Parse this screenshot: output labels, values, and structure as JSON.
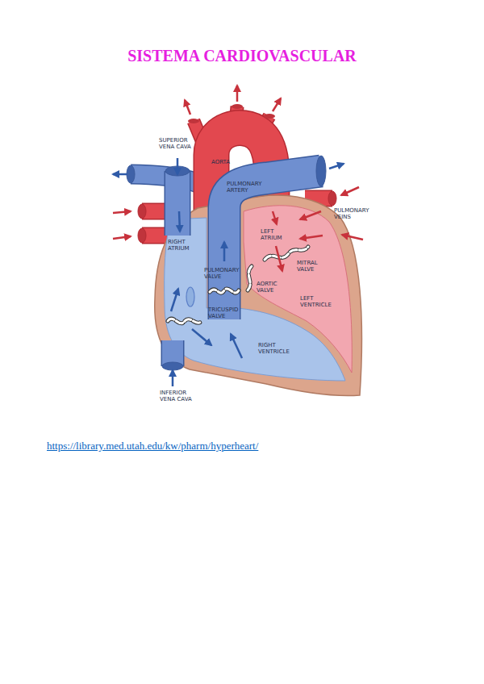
{
  "diagram": {
    "title": "SISTEMA CARDIOVASCULAR",
    "labels": [
      "SUPERIOR VENA CAVA",
      "AORTA",
      "PULMONARY ARTERY",
      "PULMONARY VEINS",
      "RIGHT ATRIUM",
      "LEFT ATRIUM",
      "PULMONARY VALVE",
      "MITRAL VALVE",
      "AORTIC VALVE",
      "LEFT VENTRICLE",
      "TRICUSPID VALVE",
      "RIGHT VENTRICLE",
      "INFERIOR VENA CAVA",
      "https://library.med.utah.edu/kw/pharm/hyperheart/"
    ]
  }
}
